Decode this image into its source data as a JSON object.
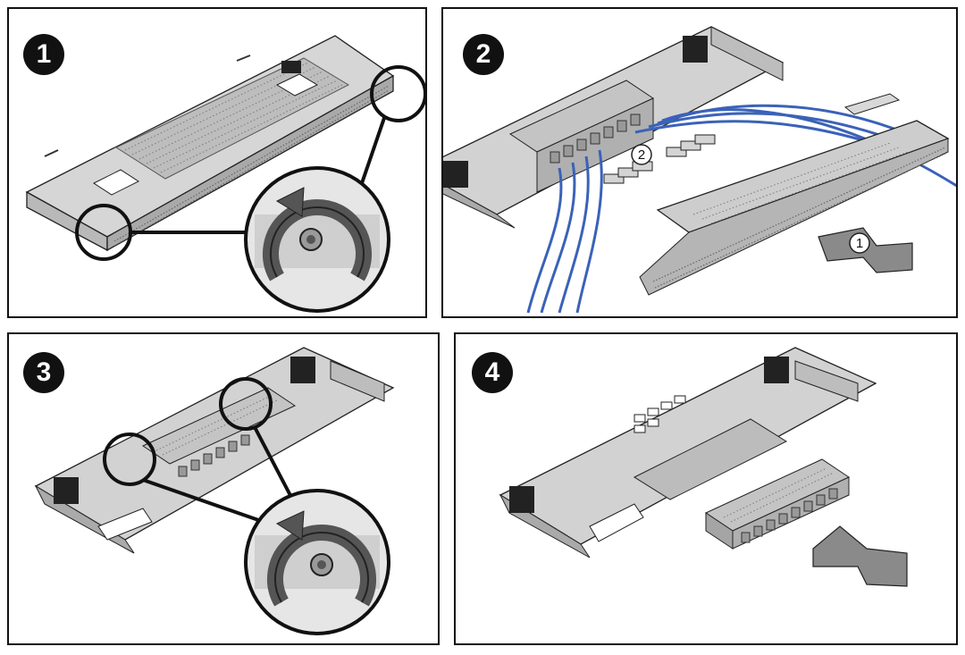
{
  "steps": [
    {
      "number": "1"
    },
    {
      "number": "2",
      "callouts": [
        "1",
        "2"
      ]
    },
    {
      "number": "3"
    },
    {
      "number": "4"
    }
  ],
  "colors": {
    "metal": "#c9c9c9",
    "metal_dark": "#8e8e8e",
    "cable": "#3a62b8",
    "outline": "#111111",
    "arrow": "#8a8a8a"
  }
}
